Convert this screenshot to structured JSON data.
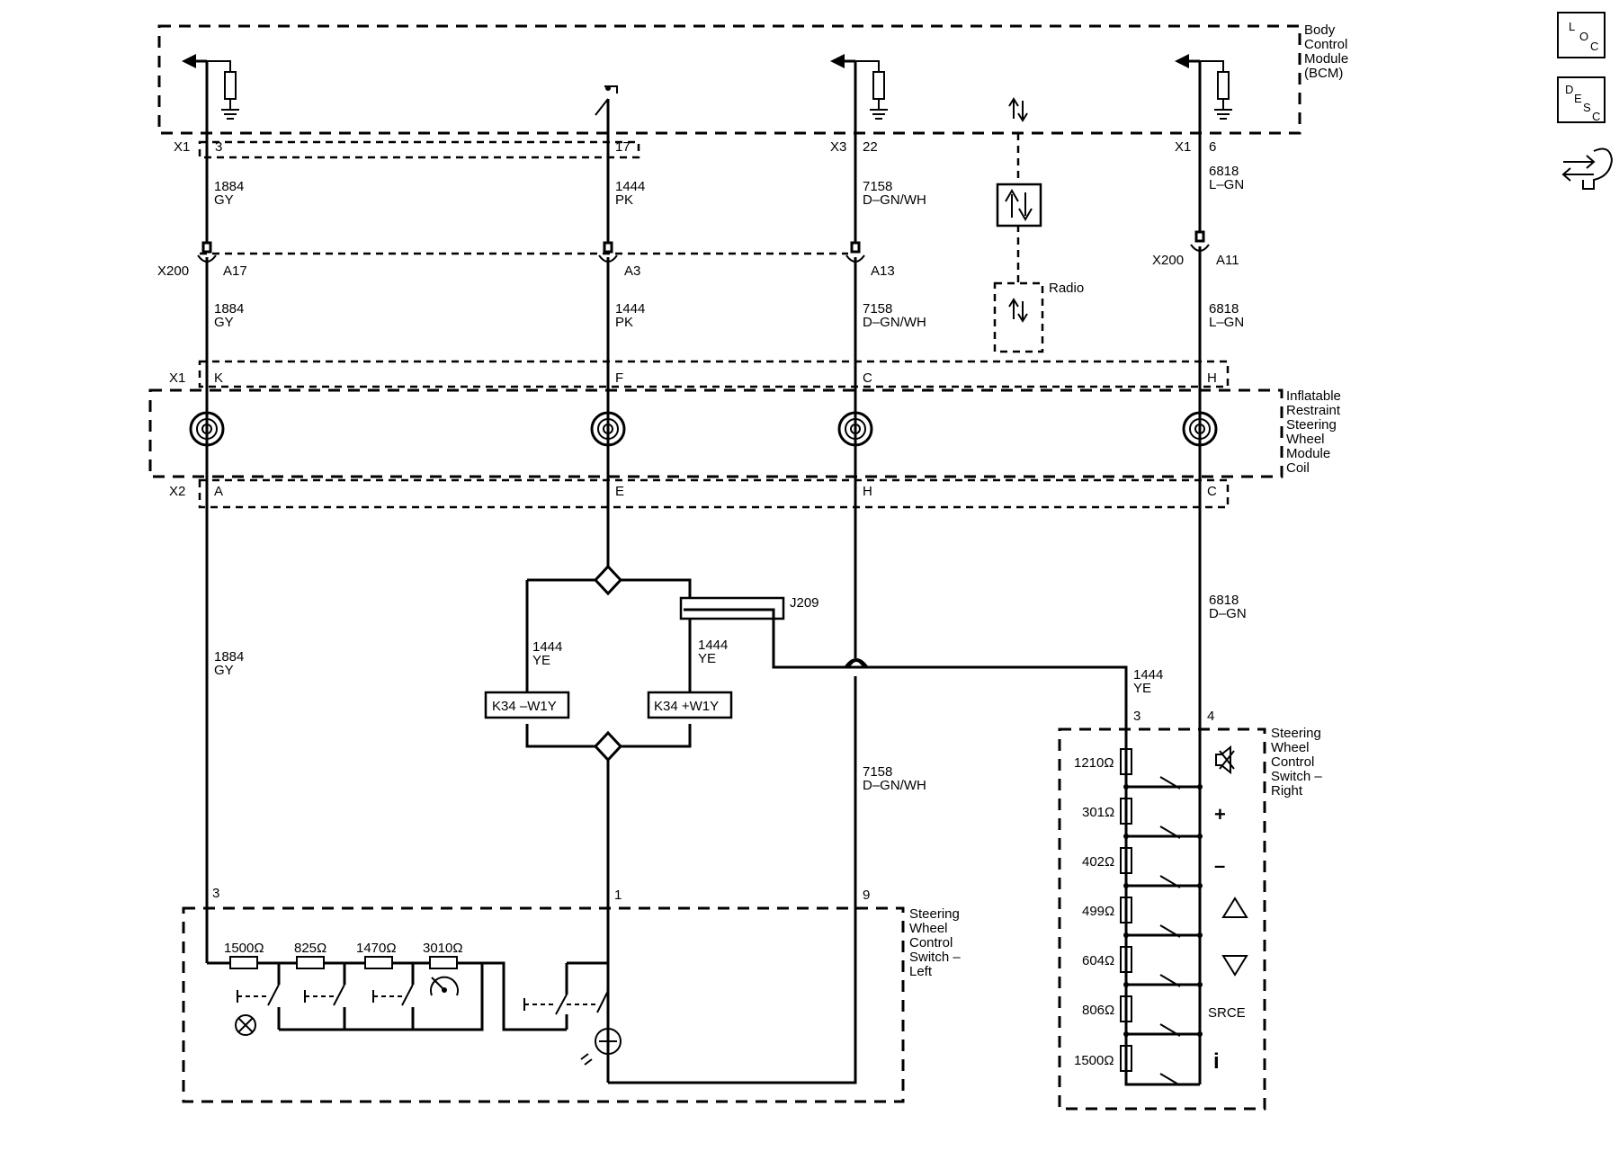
{
  "modules": {
    "bcm": [
      "Body",
      "Control",
      "Module",
      "(BCM)"
    ],
    "coil": [
      "Inflatable",
      "Restraint",
      "Steering",
      "Wheel",
      "Module",
      "Coil"
    ],
    "left_switch": [
      "Steering",
      "Wheel",
      "Control",
      "Switch –",
      "Left"
    ],
    "right_switch": [
      "Steering",
      "Wheel",
      "Control",
      "Switch –",
      "Right"
    ],
    "radio": "Radio"
  },
  "connectors": {
    "x1_left": "X1",
    "x3": "X3",
    "x1_right": "X1",
    "x200_left": "X200",
    "x200_right": "X200",
    "coil_x1": "X1",
    "coil_x2": "X2"
  },
  "pins": {
    "bcm_3": "3",
    "bcm_17": "17",
    "bcm_22": "22",
    "bcm_6": "6",
    "x200_a17": "A17",
    "x200_a3": "A3",
    "x200_a13": "A13",
    "x200_a11": "A11",
    "coil_k": "K",
    "coil_f": "F",
    "coil_c_top": "C",
    "coil_h_top": "H",
    "coil_a": "A",
    "coil_e": "E",
    "coil_h_bot": "H",
    "coil_c_bot": "C",
    "left_3": "3",
    "left_1": "1",
    "left_9": "9",
    "right_3": "3",
    "right_4": "4"
  },
  "wires": {
    "w1884": [
      "1884",
      "GY"
    ],
    "w1444pk": [
      "1444",
      "PK"
    ],
    "w7158": [
      "7158",
      "D–GN/WH"
    ],
    "w6818lgn": [
      "6818",
      "L–GN"
    ],
    "w6818dgn": [
      "6818",
      "D–GN"
    ],
    "w1444ye": [
      "1444",
      "YE"
    ]
  },
  "splice": "J209",
  "options": {
    "minus": "K34 –W1Y",
    "plus": "K34 +W1Y"
  },
  "resistors_left": [
    "1500Ω",
    "825Ω",
    "1470Ω",
    "3010Ω"
  ],
  "resistors_right": [
    "1210Ω",
    "301Ω",
    "402Ω",
    "499Ω",
    "604Ω",
    "806Ω",
    "1500Ω"
  ],
  "right_switch_labels": {
    "plus": "+",
    "minus": "–",
    "source": "SRCE",
    "info": "i"
  },
  "side_icons": {
    "loc": [
      "L",
      "O",
      "C"
    ],
    "desc": [
      "D",
      "E",
      "S",
      "C"
    ],
    "connector_icon": "connector-icon"
  }
}
